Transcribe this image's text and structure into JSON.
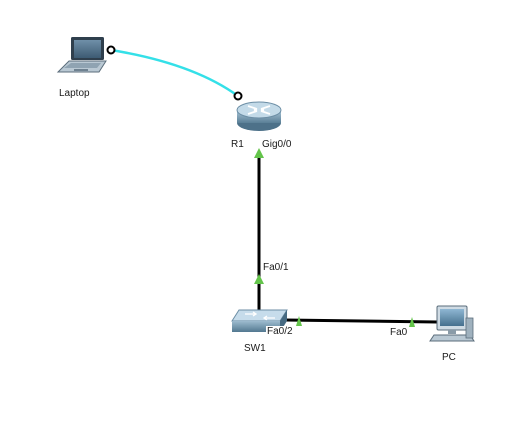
{
  "devices": {
    "laptop": {
      "label": "Laptop",
      "icon": "laptop-icon"
    },
    "router": {
      "label": "R1",
      "icon": "router-icon"
    },
    "switch": {
      "label": "SW1",
      "icon": "switch-icon"
    },
    "pc": {
      "label": "PC",
      "icon": "pc-icon"
    }
  },
  "links": {
    "console": {
      "type": "console",
      "color": "#34e0e8"
    },
    "router_switch": {
      "type": "copper-straight",
      "color": "#000000",
      "from_port": "Gig0/0",
      "to_port": "Fa0/1",
      "status_color": "#63c44a"
    },
    "switch_pc": {
      "type": "copper-straight",
      "color": "#000000",
      "from_port": "Fa0/2",
      "to_port": "Fa0",
      "status_color": "#63c44a"
    }
  }
}
